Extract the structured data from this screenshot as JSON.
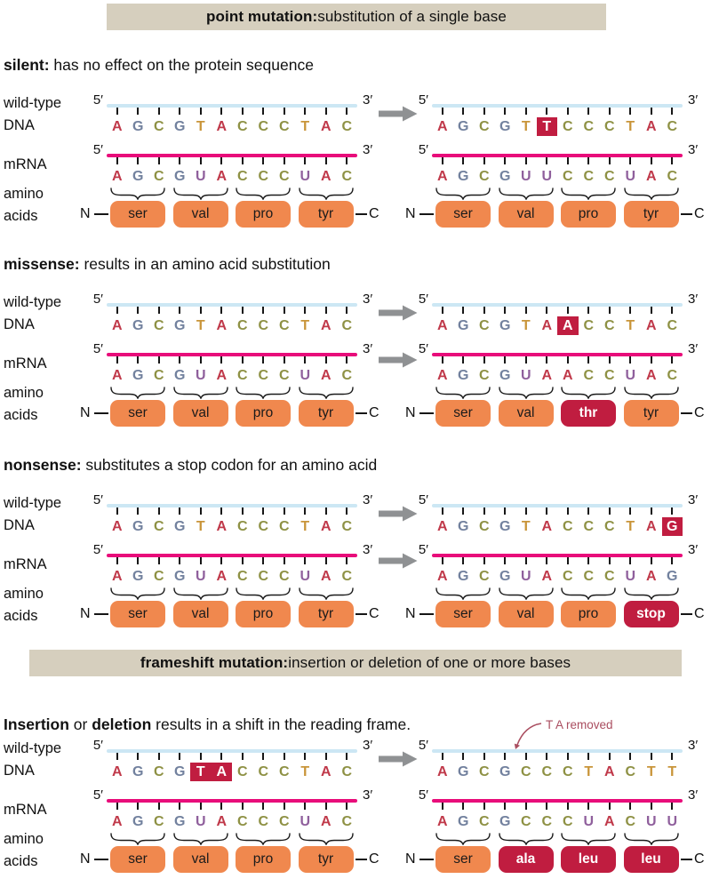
{
  "palette": {
    "banner_bg": "#d6cfbe",
    "dna_line": "#cce7f4",
    "mrna_line": "#e80c7a",
    "amino_normal": "#f0884e",
    "amino_mutant": "#c01d40",
    "highlight": "#c01d40",
    "arrow": "#8f9193",
    "annotation": "#aa4e60",
    "text": "#111111"
  },
  "base_colors": {
    "A": "#c0394a",
    "G": "#72819e",
    "C": "#8e9144",
    "T": "#c9953a",
    "U": "#8f5f9c"
  },
  "banners": [
    {
      "id": "point",
      "runs": [
        {
          "t": "point mutation:",
          "b": true
        },
        {
          "t": " substitution of a single base",
          "b": false
        }
      ]
    },
    {
      "id": "frameshift",
      "runs": [
        {
          "t": "frameshift mutation:",
          "b": true
        },
        {
          "t": " insertion or deletion of one or more bases",
          "b": false
        }
      ]
    }
  ],
  "labels": {
    "wild_type_lines": [
      "wild-type",
      "DNA"
    ],
    "mrna": "mRNA",
    "amino_lines": [
      "amino",
      "acids"
    ],
    "five_prime": "5′",
    "three_prime": "3′",
    "n_terminus": "N",
    "c_terminus": "C"
  },
  "sections": [
    {
      "id": "silent",
      "heading": [
        {
          "t": "silent:",
          "b": true
        },
        {
          "t": " has no effect on the protein sequence",
          "b": false
        }
      ],
      "arrows": [
        "dna"
      ],
      "left": {
        "dna": "AGCGTACCCTAC",
        "dna_highlight": [],
        "mrna": "AGCGUACCCUAC",
        "amino": [
          {
            "label": "ser",
            "mutant": false
          },
          {
            "label": "val",
            "mutant": false
          },
          {
            "label": "pro",
            "mutant": false
          },
          {
            "label": "tyr",
            "mutant": false
          }
        ]
      },
      "right": {
        "dna": "AGCGTTCCCTAC",
        "dna_highlight": [
          5
        ],
        "mrna": "AGCGUUCCCUAC",
        "amino": [
          {
            "label": "ser",
            "mutant": false
          },
          {
            "label": "val",
            "mutant": false
          },
          {
            "label": "pro",
            "mutant": false
          },
          {
            "label": "tyr",
            "mutant": false
          }
        ]
      }
    },
    {
      "id": "missense",
      "heading": [
        {
          "t": "missense:",
          "b": true
        },
        {
          "t": " results in an amino acid substitution",
          "b": false
        }
      ],
      "arrows": [
        "dna",
        "mrna"
      ],
      "left": {
        "dna": "AGCGTACCCTAC",
        "dna_highlight": [],
        "mrna": "AGCGUACCCUAC",
        "amino": [
          {
            "label": "ser",
            "mutant": false
          },
          {
            "label": "val",
            "mutant": false
          },
          {
            "label": "pro",
            "mutant": false
          },
          {
            "label": "tyr",
            "mutant": false
          }
        ]
      },
      "right": {
        "dna": "AGCGTAACCTAC",
        "dna_highlight": [
          6
        ],
        "mrna": "AGCGUAACCUAC",
        "amino": [
          {
            "label": "ser",
            "mutant": false
          },
          {
            "label": "val",
            "mutant": false
          },
          {
            "label": "thr",
            "mutant": true
          },
          {
            "label": "tyr",
            "mutant": false
          }
        ]
      }
    },
    {
      "id": "nonsense",
      "heading": [
        {
          "t": "nonsense:",
          "b": true
        },
        {
          "t": " substitutes a stop codon for an amino acid",
          "b": false
        }
      ],
      "arrows": [
        "dna",
        "mrna"
      ],
      "left": {
        "dna": "AGCGTACCCTAC",
        "dna_highlight": [],
        "mrna": "AGCGUACCCUAC",
        "amino": [
          {
            "label": "ser",
            "mutant": false
          },
          {
            "label": "val",
            "mutant": false
          },
          {
            "label": "pro",
            "mutant": false
          },
          {
            "label": "tyr",
            "mutant": false
          }
        ]
      },
      "right": {
        "dna": "AGCGTACCCTAG",
        "dna_highlight": [
          11
        ],
        "mrna": "AGCGUACCCUAG",
        "amino": [
          {
            "label": "ser",
            "mutant": false
          },
          {
            "label": "val",
            "mutant": false
          },
          {
            "label": "pro",
            "mutant": false
          },
          {
            "label": "stop",
            "mutant": true
          }
        ]
      }
    },
    {
      "id": "frameshift",
      "heading": [
        {
          "t": "Insertion",
          "b": true
        },
        {
          "t": " or ",
          "b": false
        },
        {
          "t": "deletion",
          "b": true
        },
        {
          "t": " results in a shift in the reading frame.",
          "b": false
        }
      ],
      "arrows": [
        "dna"
      ],
      "annotation": "T A removed",
      "left": {
        "dna": "AGCGTACCCTAC",
        "dna_highlight": [
          4,
          5
        ],
        "mrna": "AGCGUACCCUAC",
        "amino": [
          {
            "label": "ser",
            "mutant": false
          },
          {
            "label": "val",
            "mutant": false
          },
          {
            "label": "pro",
            "mutant": false
          },
          {
            "label": "tyr",
            "mutant": false
          }
        ]
      },
      "right": {
        "dna": "AGCGCCCTACTT",
        "dna_highlight": [],
        "mrna": "AGCGCCCUACUU",
        "amino": [
          {
            "label": "ser",
            "mutant": false
          },
          {
            "label": "ala",
            "mutant": true
          },
          {
            "label": "leu",
            "mutant": true
          },
          {
            "label": "leu",
            "mutant": true
          }
        ]
      }
    }
  ]
}
